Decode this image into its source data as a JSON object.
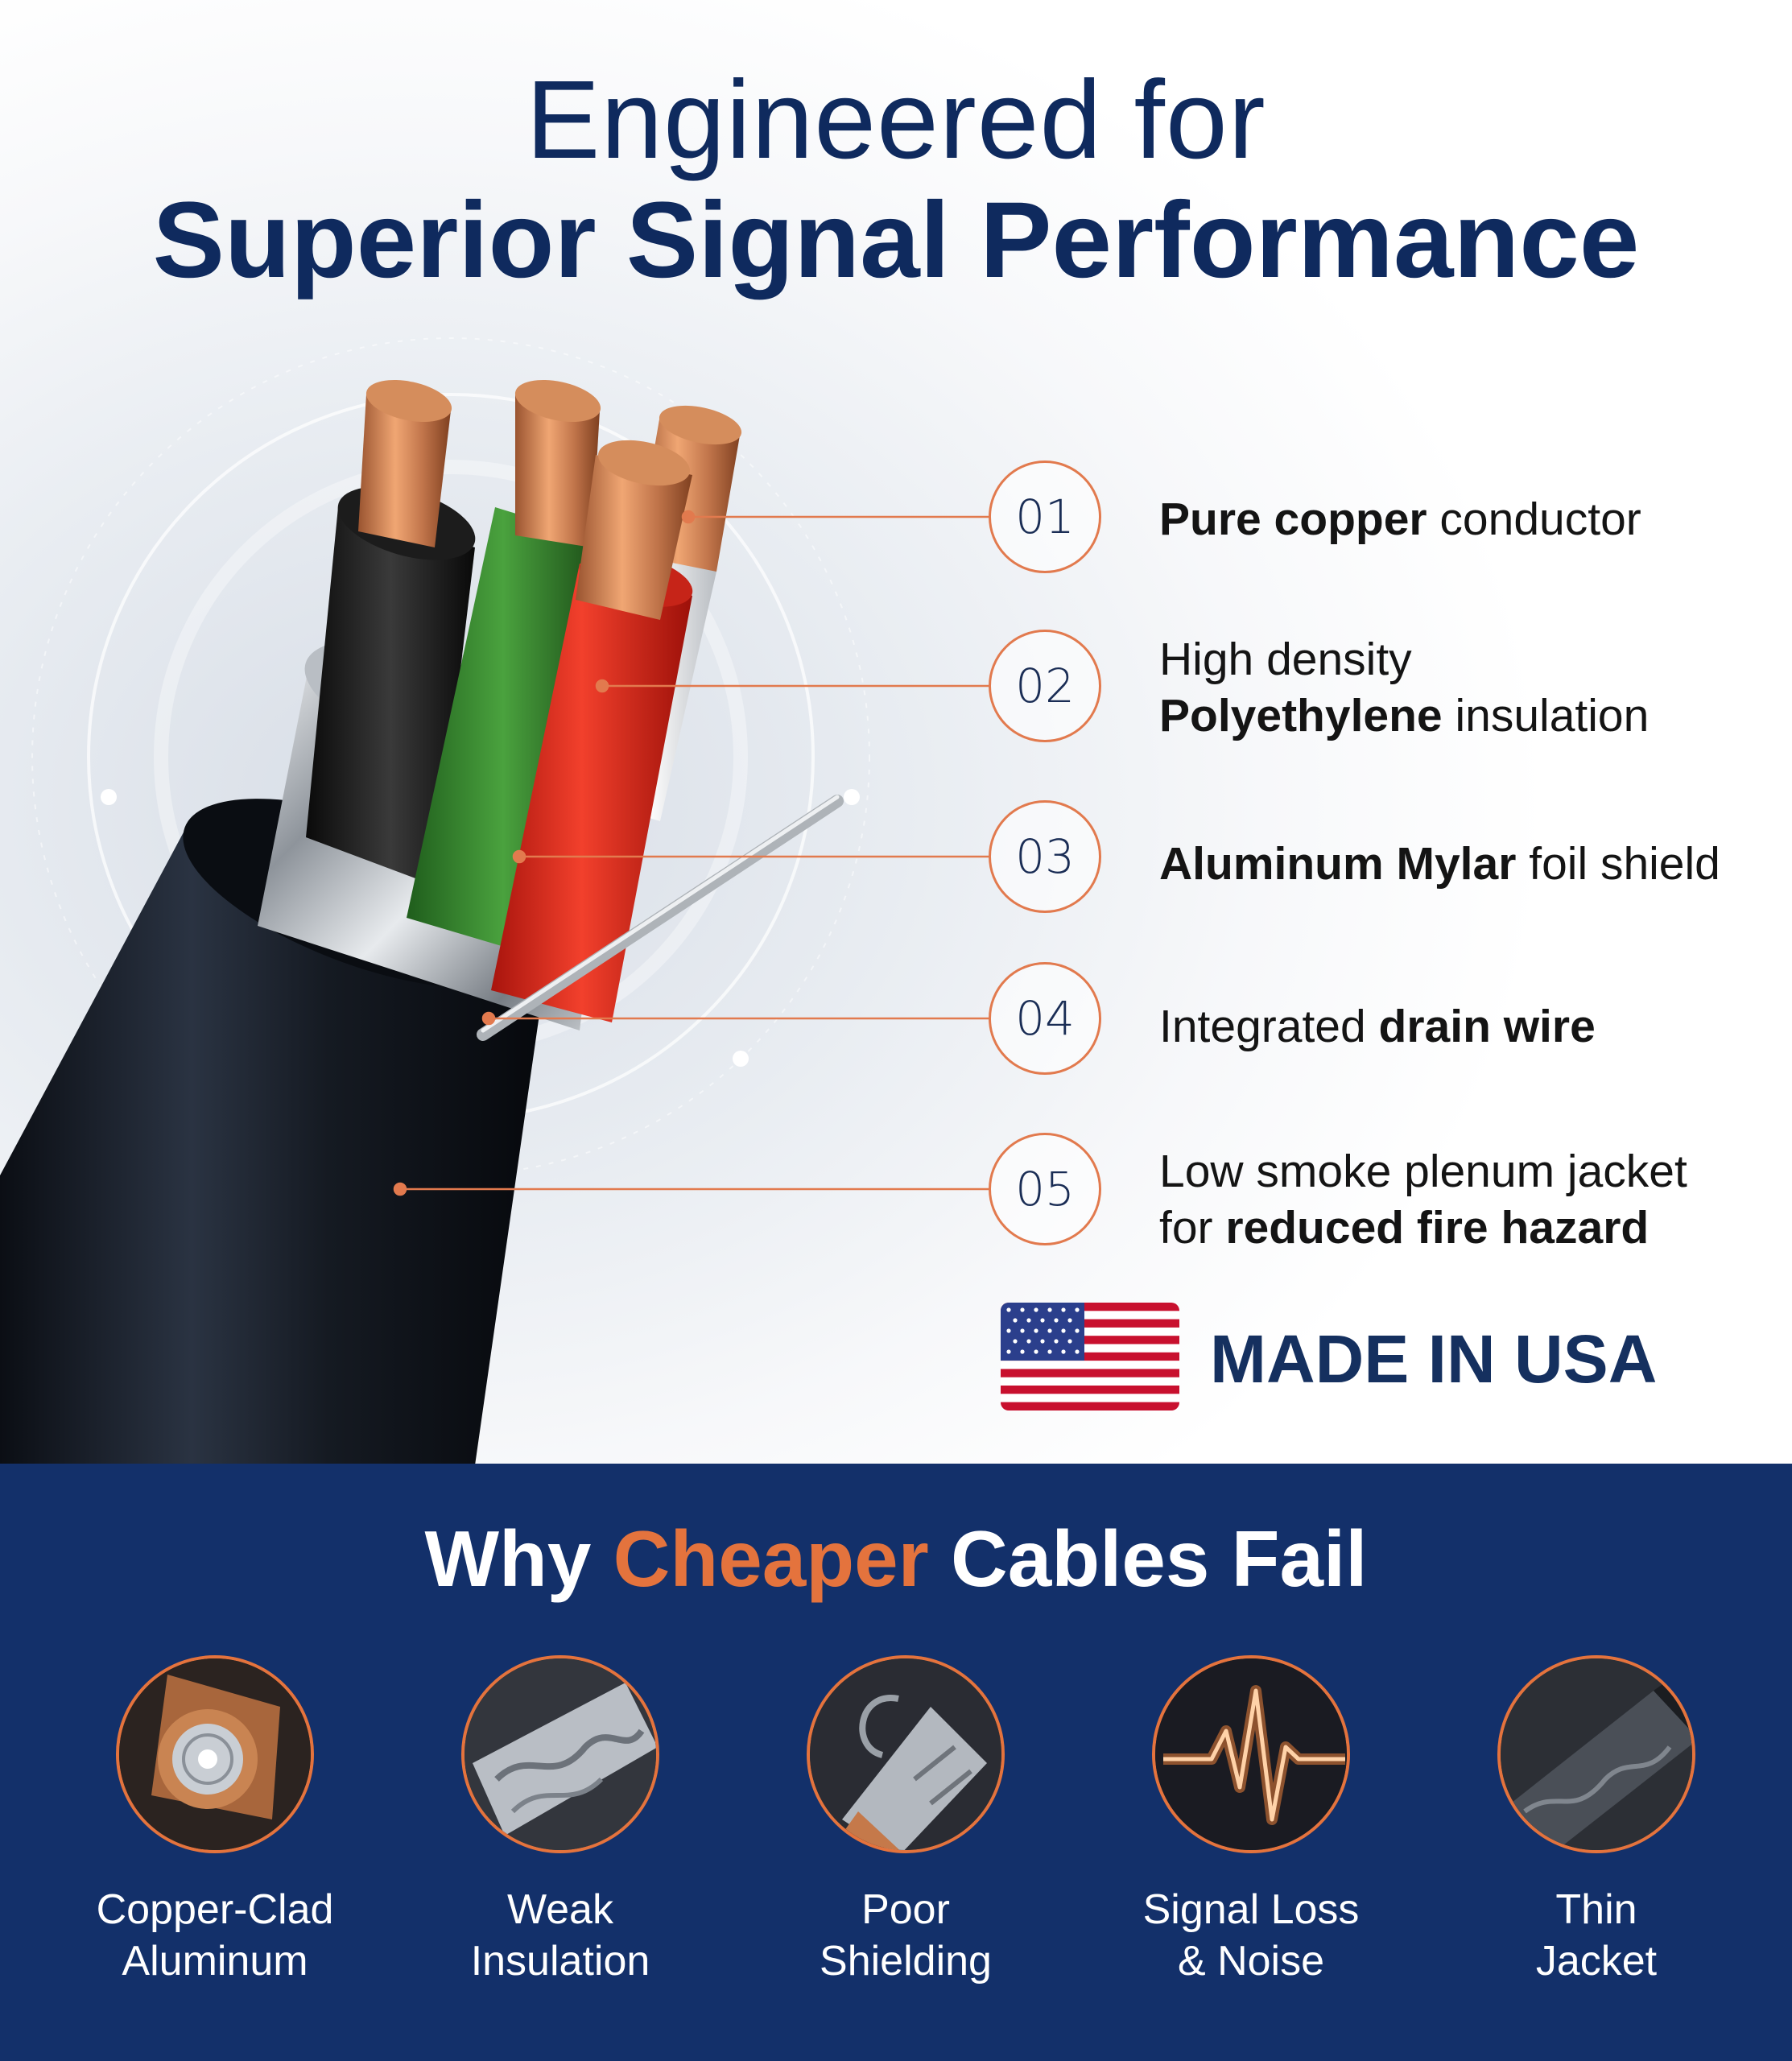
{
  "header": {
    "line1": "Engineered for",
    "line2": "Superior Signal Performance"
  },
  "features": [
    {
      "num": "01",
      "bold": "Pure copper",
      "rest": " conductor"
    },
    {
      "num": "02",
      "line1": "High density",
      "bold": "Polyethylene",
      "rest": " insulation"
    },
    {
      "num": "03",
      "bold": "Aluminum Mylar",
      "rest": " foil shield"
    },
    {
      "num": "04",
      "pre": "Integrated ",
      "bold": "drain wire"
    },
    {
      "num": "05",
      "line1": "Low smoke plenum jacket",
      "pre": "for ",
      "bold": "reduced fire hazard"
    }
  ],
  "badge": {
    "text": "MADE IN USA",
    "icon": "usa-flag-icon"
  },
  "why": {
    "pre": "Why ",
    "accent": "Cheaper",
    "post": " Cables Fail",
    "items": [
      {
        "line1": "Copper-Clad",
        "line2": "Aluminum",
        "icon": "copper-clad-aluminum-icon"
      },
      {
        "line1": "Weak",
        "line2": "Insulation",
        "icon": "weak-insulation-icon"
      },
      {
        "line1": "Poor",
        "line2": "Shielding",
        "icon": "poor-shielding-icon"
      },
      {
        "line1": "Signal Loss",
        "line2": "& Noise",
        "icon": "signal-noise-icon"
      },
      {
        "line1": "Thin",
        "line2": "Jacket",
        "icon": "thin-jacket-icon"
      }
    ]
  },
  "colors": {
    "navy": "#13306a",
    "title": "#0f2a5e",
    "accent": "#e4733d",
    "copper": "#c87a4a"
  }
}
